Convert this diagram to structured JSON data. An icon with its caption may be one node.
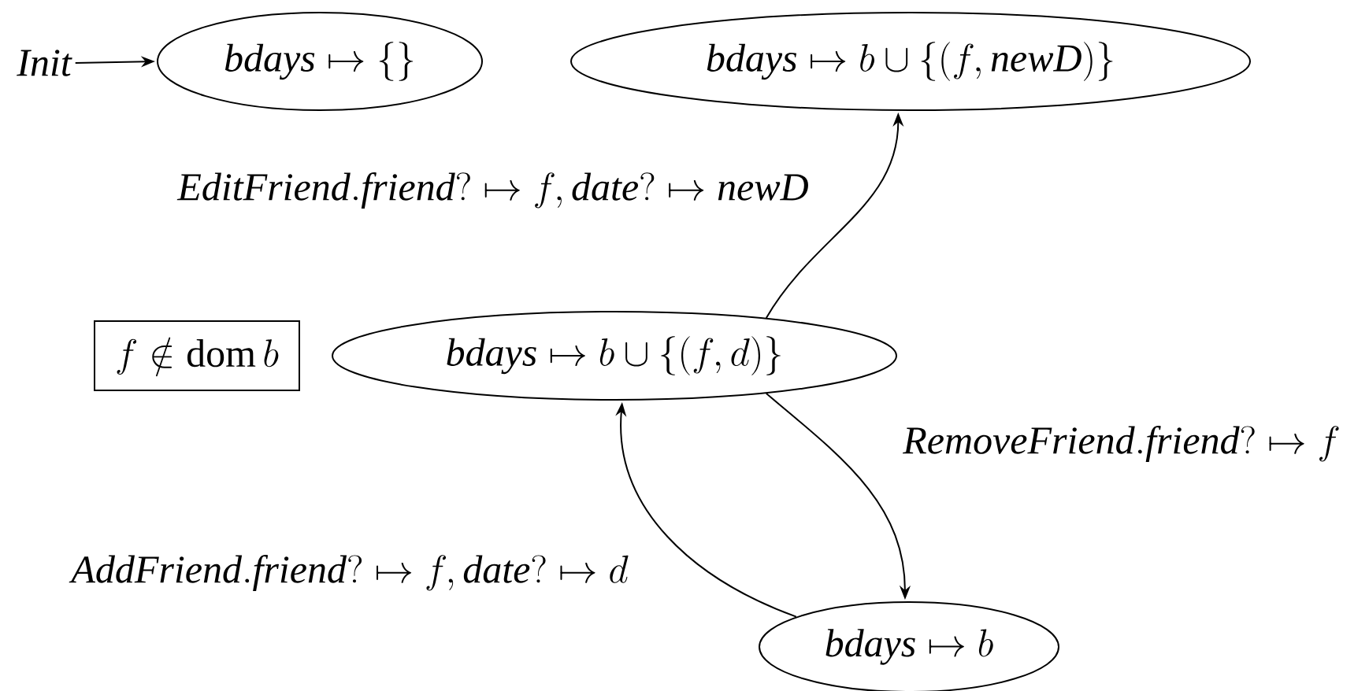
{
  "diagram": {
    "nodes": [
      {
        "text": [
          "\\mathit{Init}"
        ]
      },
      {
        "text": [
          "\\mathit{bdays} \\mapsto \\{\\}"
        ]
      },
      {
        "text": [
          "\\mathit{bdays} \\mapsto b \\cup \\{(f, \\mathit{newD})\\}"
        ]
      },
      {
        "text": [
          "f \\notin \\operatorname{dom} b"
        ]
      },
      {
        "text": [
          "\\mathit{bdays} \\mapsto b \\cup \\{(f, d)\\}"
        ]
      },
      {
        "text": [
          "\\mathit{bdays} \\mapsto b"
        ]
      }
    ],
    "edges": [
      {
        "from": 0,
        "to": 1,
        "arrow": "to"
      },
      {
        "from": 4,
        "to": 2,
        "arrow": "to",
        "label": "\\mathit{EditFriend.friend?} \\mapsto f, \\mathit{date?} \\mapsto \\mathit{newD}"
      },
      {
        "from": 4,
        "to": 5,
        "arrow": "to",
        "label": "\\mathit{RemoveFriend.friend?} \\mapsto f"
      },
      {
        "from": 5,
        "to": 4,
        "arrow": "to",
        "label": "\\mathit{AddFriend.friend?} \\mapsto f, \\mathit{date?} \\mapsto d"
      }
    ]
  }
}
